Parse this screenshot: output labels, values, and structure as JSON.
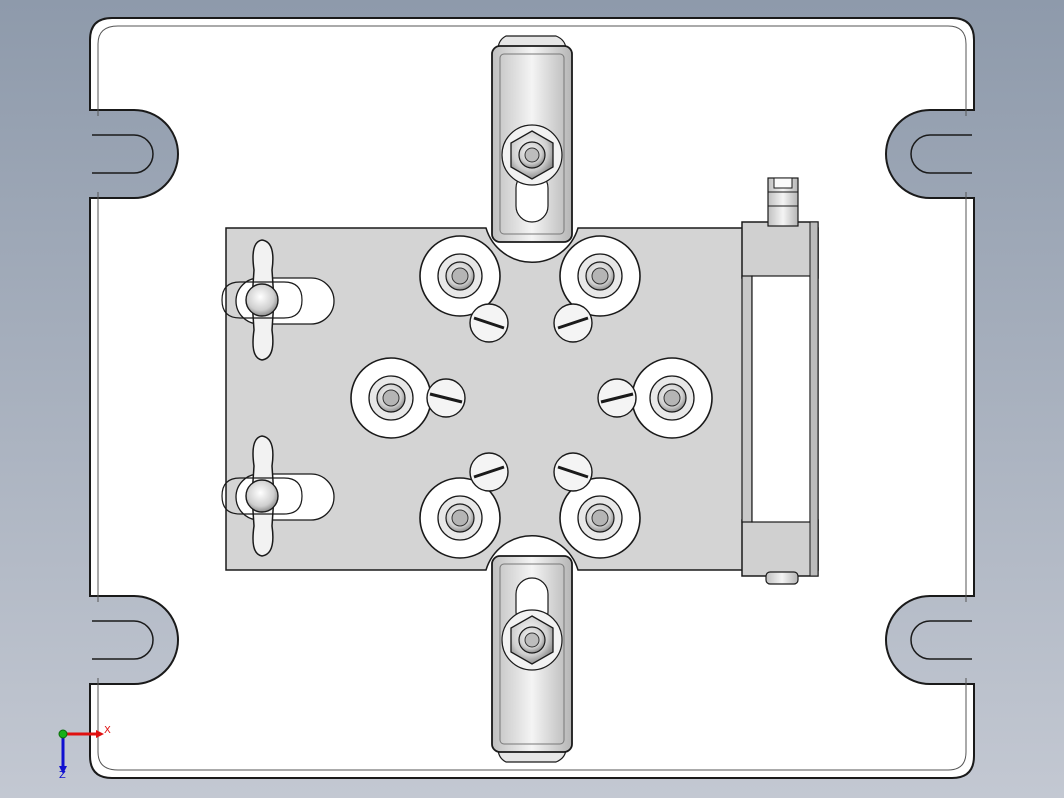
{
  "colors": {
    "background_top": "#8e9aab",
    "background_bottom": "#c3c8d2",
    "base_plate": "#ffffff",
    "fixture_plate": "#d4d4d4",
    "edge": "#1a1a1a",
    "metal_light": "#eeeeee",
    "metal_mid": "#b8b8b8",
    "axis_x": "#e01010",
    "axis_y": "#18b018",
    "axis_z": "#1010d0"
  },
  "triad": {
    "x_label": "X",
    "z_label": "Z"
  },
  "parts": {
    "base_plate": "base-plate",
    "fixture_plate": "fixture-plate",
    "side_bracket": "side-bracket",
    "top_clamp": "top-clamp",
    "bottom_clamp": "bottom-clamp",
    "wing_nut_upper": "wing-nut",
    "wing_nut_lower": "wing-nut"
  }
}
